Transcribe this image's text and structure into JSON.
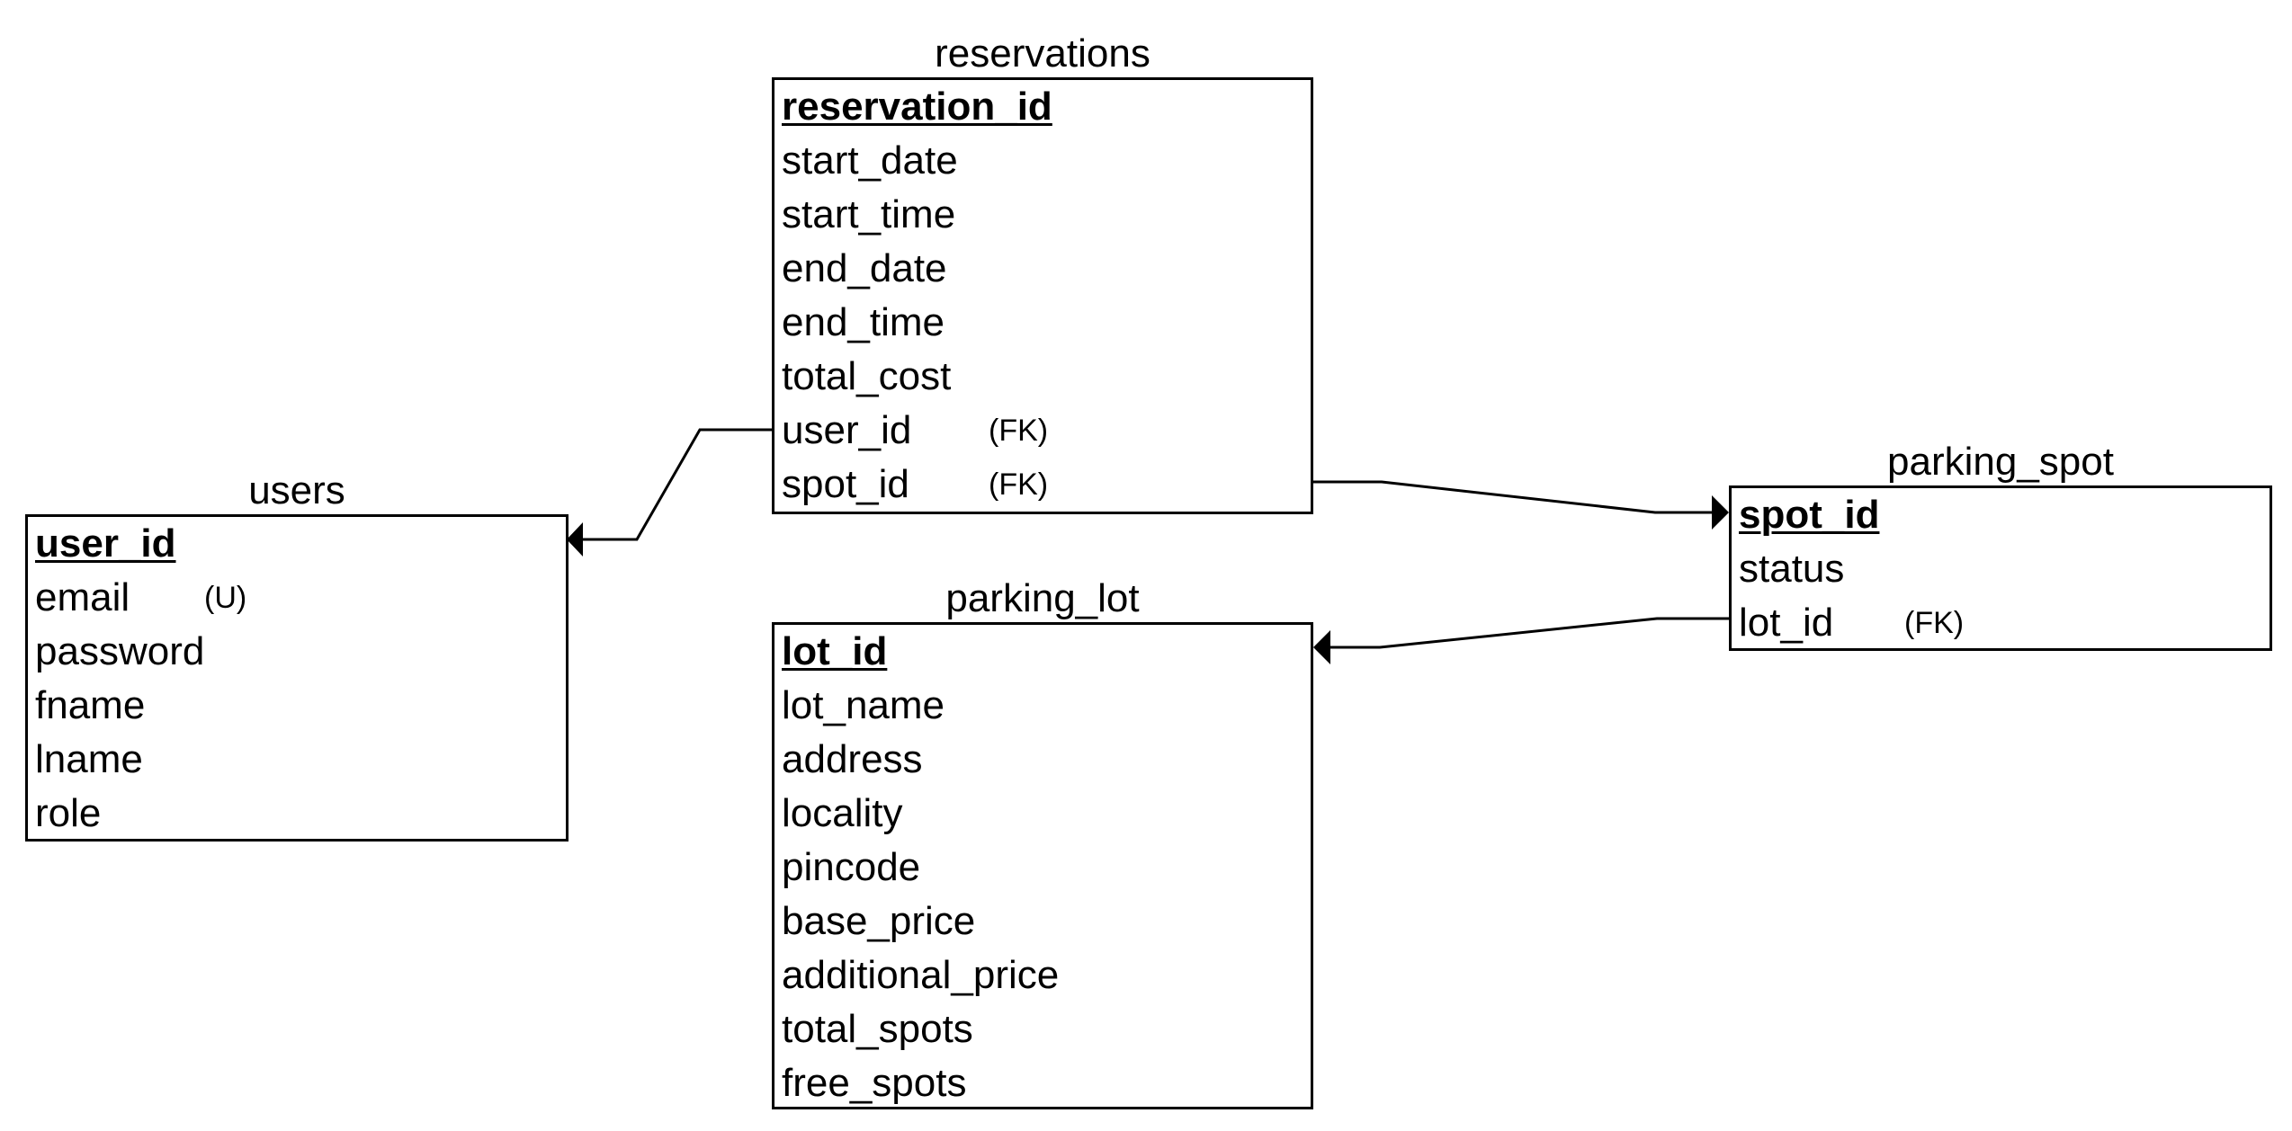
{
  "entities": {
    "users": {
      "title": "users",
      "fields": [
        {
          "name": "user_id",
          "pk": true,
          "tag": ""
        },
        {
          "name": "email",
          "pk": false,
          "tag": "(U)"
        },
        {
          "name": "password",
          "pk": false,
          "tag": ""
        },
        {
          "name": "fname",
          "pk": false,
          "tag": ""
        },
        {
          "name": "lname",
          "pk": false,
          "tag": ""
        },
        {
          "name": "role",
          "pk": false,
          "tag": ""
        }
      ]
    },
    "reservations": {
      "title": "reservations",
      "fields": [
        {
          "name": "reservation_id",
          "pk": true,
          "tag": ""
        },
        {
          "name": "start_date",
          "pk": false,
          "tag": ""
        },
        {
          "name": "start_time",
          "pk": false,
          "tag": ""
        },
        {
          "name": "end_date",
          "pk": false,
          "tag": ""
        },
        {
          "name": "end_time",
          "pk": false,
          "tag": ""
        },
        {
          "name": "total_cost",
          "pk": false,
          "tag": ""
        },
        {
          "name": "user_id",
          "pk": false,
          "tag": "(FK)"
        },
        {
          "name": "spot_id",
          "pk": false,
          "tag": "(FK)"
        }
      ]
    },
    "parking_lot": {
      "title": "parking_lot",
      "fields": [
        {
          "name": "lot_id",
          "pk": true,
          "tag": ""
        },
        {
          "name": "lot_name",
          "pk": false,
          "tag": ""
        },
        {
          "name": "address",
          "pk": false,
          "tag": ""
        },
        {
          "name": "locality",
          "pk": false,
          "tag": ""
        },
        {
          "name": "pincode",
          "pk": false,
          "tag": ""
        },
        {
          "name": "base_price",
          "pk": false,
          "tag": ""
        },
        {
          "name": "additional_price",
          "pk": false,
          "tag": ""
        },
        {
          "name": "total_spots",
          "pk": false,
          "tag": ""
        },
        {
          "name": "free_spots",
          "pk": false,
          "tag": ""
        }
      ]
    },
    "parking_spot": {
      "title": "parking_spot",
      "fields": [
        {
          "name": "spot_id",
          "pk": true,
          "tag": ""
        },
        {
          "name": "status",
          "pk": false,
          "tag": ""
        },
        {
          "name": "lot_id",
          "pk": false,
          "tag": "(FK)"
        }
      ]
    }
  },
  "relationships": [
    {
      "from": "reservations.user_id",
      "to": "users.user_id"
    },
    {
      "from": "reservations.spot_id",
      "to": "parking_spot.spot_id"
    },
    {
      "from": "parking_spot.lot_id",
      "to": "parking_lot.lot_id"
    }
  ],
  "colors": {
    "line": "#000000",
    "background": "#ffffff"
  }
}
